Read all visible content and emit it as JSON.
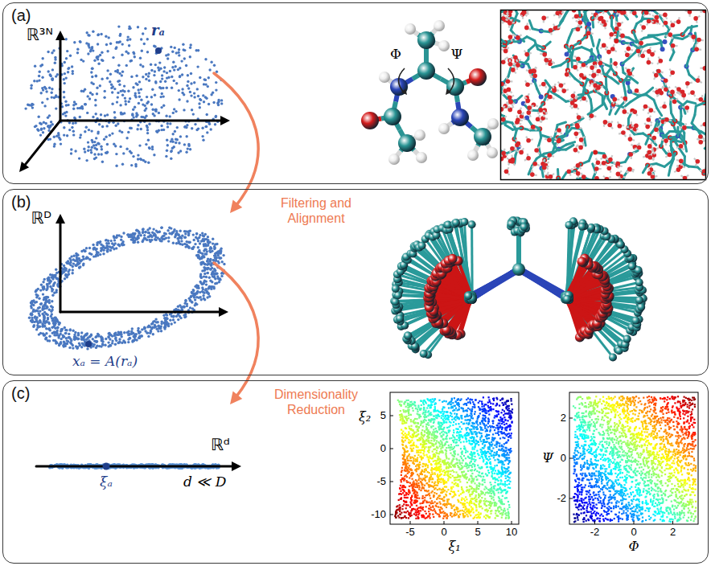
{
  "diagram": {
    "nodes": [
      {
        "text": [
          "(a)"
        ]
      },
      {
        "text": [
          "(b)"
        ]
      },
      {
        "text": [
          "(c)"
        ]
      }
    ],
    "edges": [
      {
        "from": 0,
        "to": 1,
        "arrow": "to",
        "label": "Filtering and Alignment"
      },
      {
        "from": 1,
        "to": 2,
        "arrow": "to",
        "label": "Dimensionality Reduction"
      }
    ],
    "labels": [
      "ℝ³ᴺ",
      "rₐ",
      "Φ",
      "Ψ",
      "ℝᴰ",
      "xₐ = A(rₐ)",
      "ℝᵈ",
      "ξₐ",
      "d ≪ D",
      "5",
      "0",
      "-5",
      "-10",
      "ξ₂",
      "-5",
      "0",
      "5",
      "10",
      "ξ₁",
      "2",
      "0",
      "-2",
      "Ψ",
      "-2",
      "0",
      "2",
      "Φ"
    ]
  }
}
